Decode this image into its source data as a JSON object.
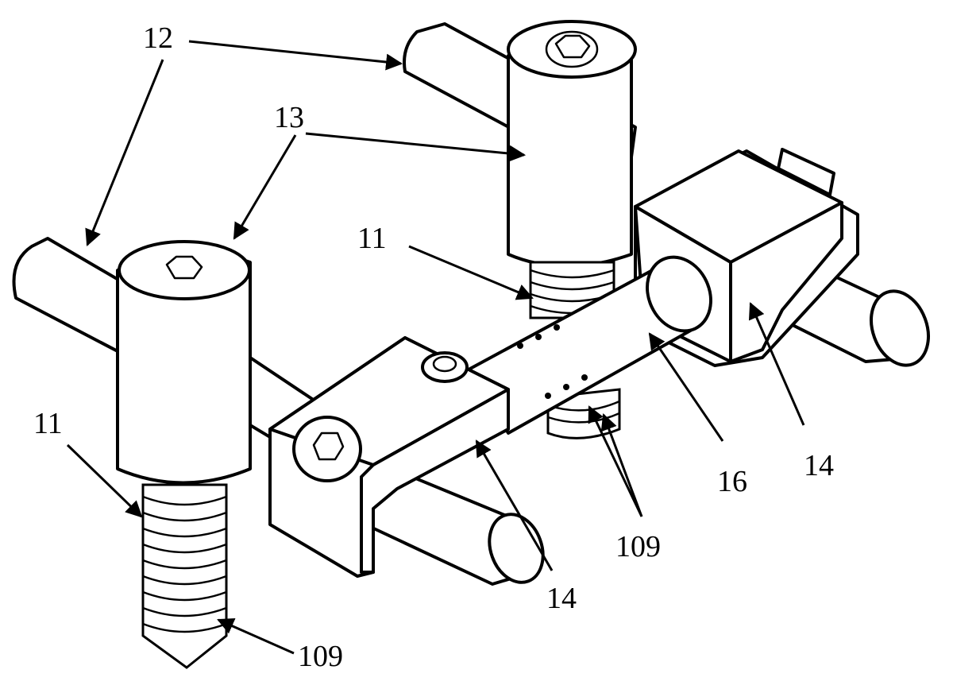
{
  "figure": {
    "labels": {
      "a": "12",
      "b": "13",
      "c": "11",
      "d": "11",
      "e": "14",
      "f": "16",
      "g": "14",
      "h": "109",
      "i": "109"
    },
    "line_color": "#000000",
    "background": "#ffffff"
  }
}
